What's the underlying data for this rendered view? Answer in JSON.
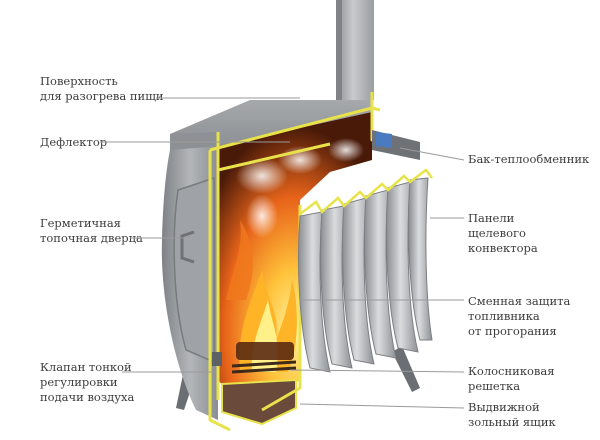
{
  "labels_left": [
    {
      "id": "cooking-surface",
      "lines": [
        "Поверхность",
        "для разогрева пищи"
      ]
    },
    {
      "id": "deflector",
      "lines": [
        "Дефлектор"
      ]
    },
    {
      "id": "sealed-door",
      "lines": [
        "Герметичная",
        "топочная дверца"
      ]
    },
    {
      "id": "air-valve",
      "lines": [
        "Клапан тонкой",
        "регулировки",
        "подачи воздуха"
      ]
    }
  ],
  "labels_right": [
    {
      "id": "heat-exchanger-tank",
      "lines": [
        "Бак-теплообменник"
      ]
    },
    {
      "id": "convector-panels",
      "lines": [
        "Панели",
        "щелевого",
        "конвектора"
      ]
    },
    {
      "id": "firebox-protection",
      "lines": [
        "Сменная защита",
        "топливника",
        "от прогорания"
      ]
    },
    {
      "id": "grate",
      "lines": [
        "Колосниковая",
        "решетка"
      ]
    },
    {
      "id": "ash-drawer",
      "lines": [
        "Выдвижной",
        "зольный ящик"
      ]
    }
  ],
  "colors": {
    "steel": "#9a9da1",
    "steel_dark": "#6f7276",
    "outline_accent": "#e8e34a",
    "flame_orange": "#f07a1a",
    "flame_yellow": "#ffd23a",
    "chimney": "#a9acaf",
    "leader_line": "#9a9a9a"
  }
}
